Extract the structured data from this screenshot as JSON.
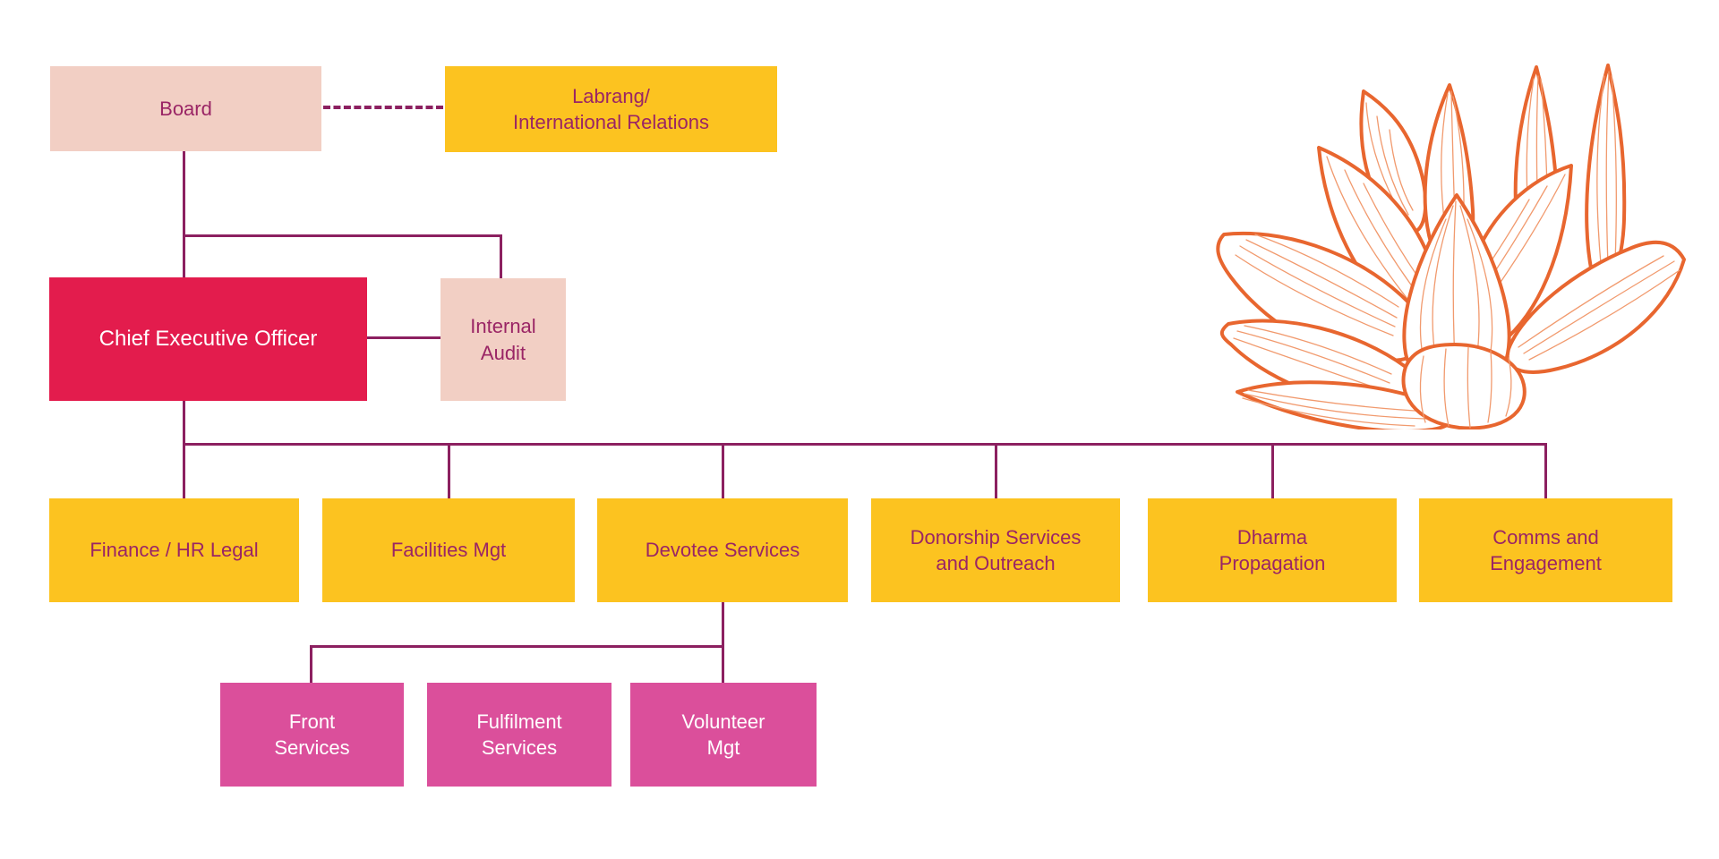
{
  "diagram": {
    "type": "org-chart",
    "colors": {
      "box_peach": "#F2CFC4",
      "box_yellow": "#FCC320",
      "box_red": "#E31C4D",
      "box_magenta": "#DB4F9B",
      "text_maroon": "#9A2565",
      "text_white": "#FFFFFF",
      "connector_line": "#8C2060",
      "lotus_orange": "#E8662F",
      "lotus_vein": "#F19A6E"
    },
    "nodes": {
      "board": {
        "label": "Board"
      },
      "labrang": {
        "label": "Labrang/\nInternational Relations"
      },
      "ceo": {
        "label": "Chief Executive Officer"
      },
      "internal_audit": {
        "label": "Internal\nAudit"
      },
      "finance": {
        "label": "Finance / HR Legal"
      },
      "facilities": {
        "label": "Facilities Mgt"
      },
      "devotee": {
        "label": "Devotee Services"
      },
      "donorship": {
        "label": "Donorship Services\nand Outreach"
      },
      "dharma": {
        "label": "Dharma\nPropagation"
      },
      "comms": {
        "label": "Comms and\nEngagement"
      },
      "front": {
        "label": "Front\nServices"
      },
      "fulfilment": {
        "label": "Fulfilment\nServices"
      },
      "volunteer": {
        "label": "Volunteer\nMgt"
      }
    },
    "edges": [
      "board-labrang (dashed)",
      "board-ceo",
      "board-internal_audit",
      "ceo-internal_audit",
      "ceo-finance",
      "ceo-facilities",
      "ceo-devotee",
      "ceo-donorship",
      "ceo-dharma",
      "ceo-comms",
      "devotee-front",
      "devotee-volunteer"
    ],
    "decoration": {
      "lotus": "orange line-art lotus flower, top right"
    }
  }
}
